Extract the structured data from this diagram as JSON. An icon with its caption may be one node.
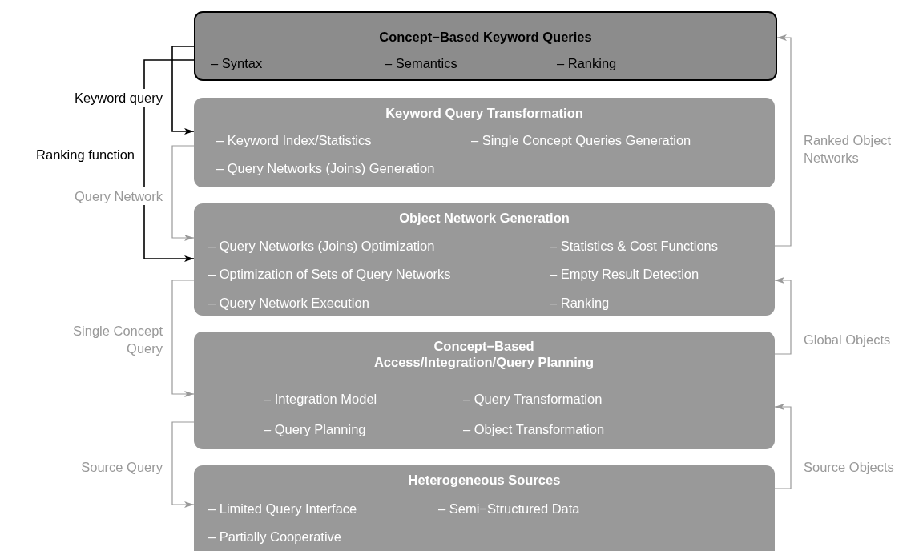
{
  "diagram": {
    "nodes": [
      {
        "text": [
          "Concept−Based Keyword Queries",
          "– Syntax",
          "– Semantics",
          "– Ranking"
        ]
      },
      {
        "text": [
          "Keyword Query Transformation",
          "– Keyword Index/Statistics",
          "– Single Concept Queries Generation",
          "– Query Networks (Joins) Generation"
        ]
      },
      {
        "text": [
          "Object Network Generation",
          "– Query Networks (Joins) Optimization",
          "– Optimization of Sets of Query Networks",
          "– Query Network Execution",
          "– Statistics & Cost Functions",
          "– Empty Result Detection",
          "– Ranking"
        ]
      },
      {
        "text": [
          "Concept−Based Access/Integration/Query Planning",
          "– Integration Model",
          "– Query Planning",
          "– Query Transformation",
          "– Object Transformation"
        ]
      },
      {
        "text": [
          "Heterogeneous Sources",
          "– Limited Query Interface",
          "– Semi−Structured Data",
          "– Partially Cooperative"
        ]
      }
    ],
    "edges": [
      {
        "from": 0,
        "to": 1,
        "arrow": "to",
        "label": "Keyword query",
        "color": "#000000"
      },
      {
        "from": 0,
        "to": 2,
        "arrow": "to",
        "label": "Ranking function",
        "color": "#000000"
      },
      {
        "from": 1,
        "to": 2,
        "arrow": "to",
        "label": "Query Network"
      },
      {
        "from": 2,
        "to": 3,
        "arrow": "to",
        "label": "Single Concept Query"
      },
      {
        "from": 3,
        "to": 4,
        "arrow": "to",
        "label": "Source Query"
      },
      {
        "from": 2,
        "to": 0,
        "arrow": "to",
        "label": "Ranked Object Networks"
      },
      {
        "from": 3,
        "to": 2,
        "arrow": "to",
        "label": "Global Objects"
      },
      {
        "from": 4,
        "to": 3,
        "arrow": "to",
        "label": "Source Objects"
      }
    ]
  }
}
